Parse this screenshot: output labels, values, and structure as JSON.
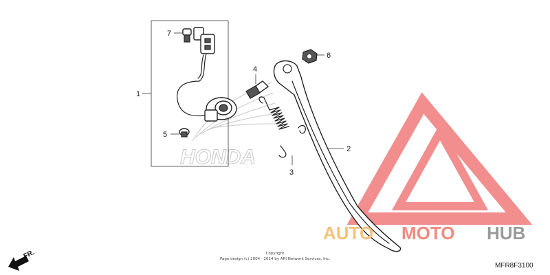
{
  "callouts": {
    "c1": "1",
    "c2": "2",
    "c3": "3",
    "c4": "4",
    "c5": "5",
    "c6": "6",
    "c7": "7"
  },
  "honda_watermark": "HONDA",
  "copyright": {
    "line1": "Copyright",
    "line2": "Page design (c) 2004 - 2014 by ARI Network Services, Inc."
  },
  "direction_label": "FR.",
  "figure_code": "MFR8F3100",
  "site_watermark": {
    "part_a": "AUTO",
    "part_b": "MOTO",
    "part_c": "HUB",
    "color_a": "#f6c27a",
    "color_b": "#f28a80",
    "color_c": "#9a9a9a",
    "logo_color": "#f07b7b"
  }
}
